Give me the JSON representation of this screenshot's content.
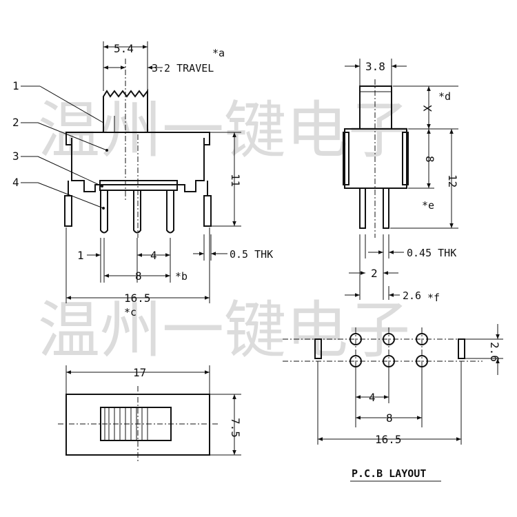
{
  "watermark": {
    "row1": "温州一键电子",
    "row2": "温州一键电子"
  },
  "front_view": {
    "callouts": [
      "1",
      "2",
      "3",
      "4"
    ],
    "dim_top": "5.4",
    "travel": "3.2 TRAVEL",
    "note_a": "*a",
    "height": "11",
    "thk": "0.5 THK",
    "pitch_edge": "1",
    "pitch": "4",
    "span": "8",
    "note_b": "*b",
    "width": "16.5",
    "note_c": "*c"
  },
  "side_view": {
    "dim_top": "3.8",
    "x_label": "X",
    "note_d": "*d",
    "body_h": "8",
    "total_h": "12",
    "note_e": "*e",
    "thk": "0.45 THK",
    "pin_gap": "2",
    "pin_w": "2.6",
    "note_f": "*f"
  },
  "top_view": {
    "width": "17",
    "height": "7.5"
  },
  "pcb_layout": {
    "title": "P.C.B LAYOUT",
    "row_pitch": "2.6",
    "pitch": "4",
    "span": "8",
    "width": "16.5"
  }
}
